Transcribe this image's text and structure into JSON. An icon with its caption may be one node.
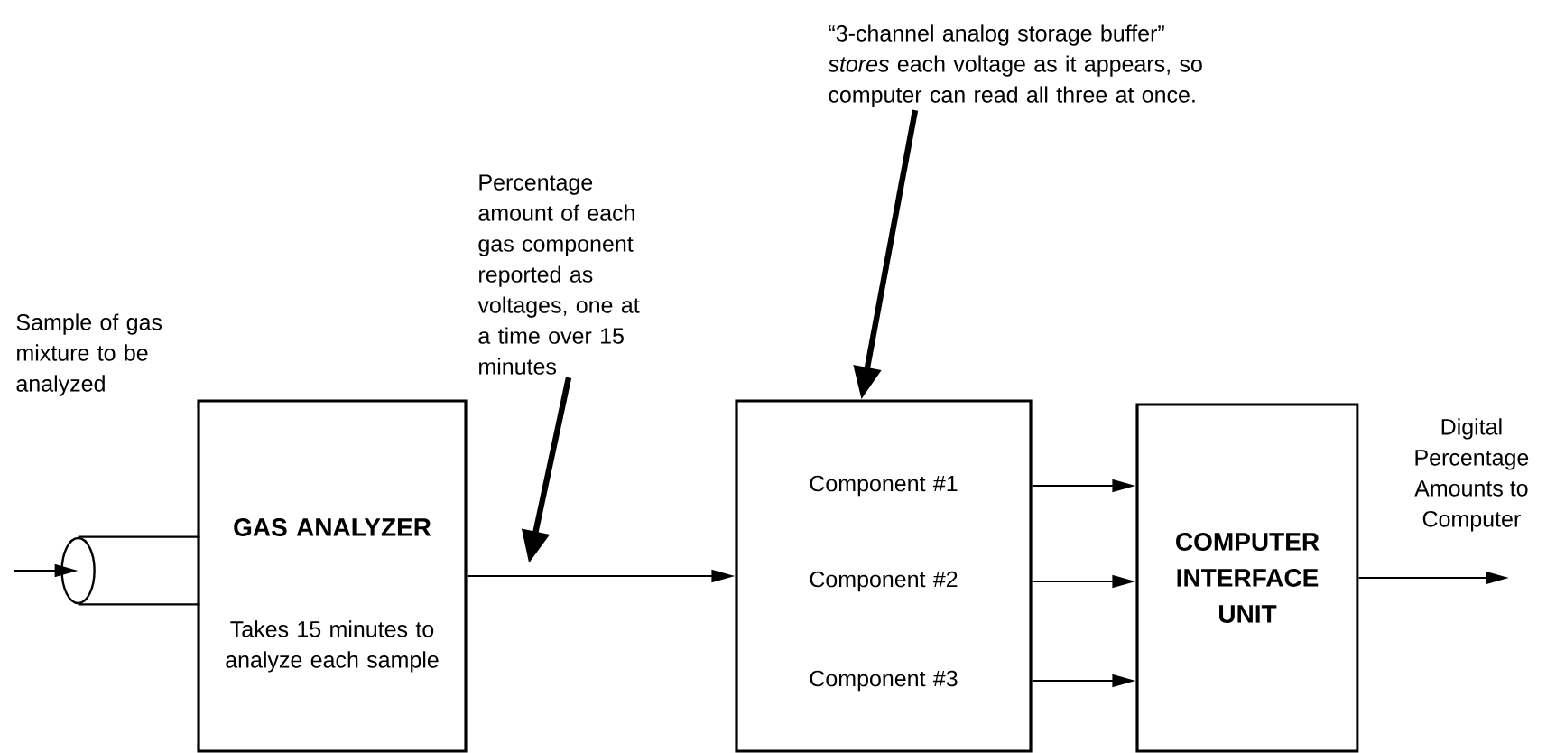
{
  "diagram": {
    "nodes": [
      {
        "text": [],
        "shape": "cylinder"
      },
      {
        "text": [
          "GAS ANALYZER",
          "Takes 15 minutes to analyze each sample"
        ]
      },
      {
        "text": [],
        "shape": "box"
      },
      {
        "text": [
          "Component #1"
        ],
        "in": 2
      },
      {
        "text": [
          "Component #2"
        ],
        "in": 2
      },
      {
        "text": [
          "Component #3"
        ],
        "in": 2
      },
      {
        "text": [
          "COMPUTER INTERFACE UNIT"
        ]
      },
      {
        "text": [
          "Percentage amount of each gas component reported as voltages, one at a time over 15 minutes"
        ]
      },
      {
        "text": [
          "“3-channel analog storage buffer” *stores* each voltage as it appears, so computer can read all three at once."
        ]
      }
    ],
    "edges": [
      {
        "from": null,
        "to": 0,
        "arrow": "to"
      },
      {
        "from": 1,
        "to": 2,
        "arrow": "to"
      },
      {
        "from": 3,
        "to": 6,
        "arrow": "to"
      },
      {
        "from": 4,
        "to": 6,
        "arrow": "to"
      },
      {
        "from": 5,
        "to": 6,
        "arrow": "to"
      },
      {
        "from": 6,
        "to": null,
        "arrow": "to",
        "label": "Digital Percentage Amounts to Computer"
      },
      {
        "from": 7,
        "to": null,
        "arrow": "to",
        "style": "thick"
      },
      {
        "from": 8,
        "to": 2,
        "arrow": "to",
        "style": "thick"
      }
    ],
    "labels": [
      "Sample of gas mixture to be analyzed"
    ]
  }
}
